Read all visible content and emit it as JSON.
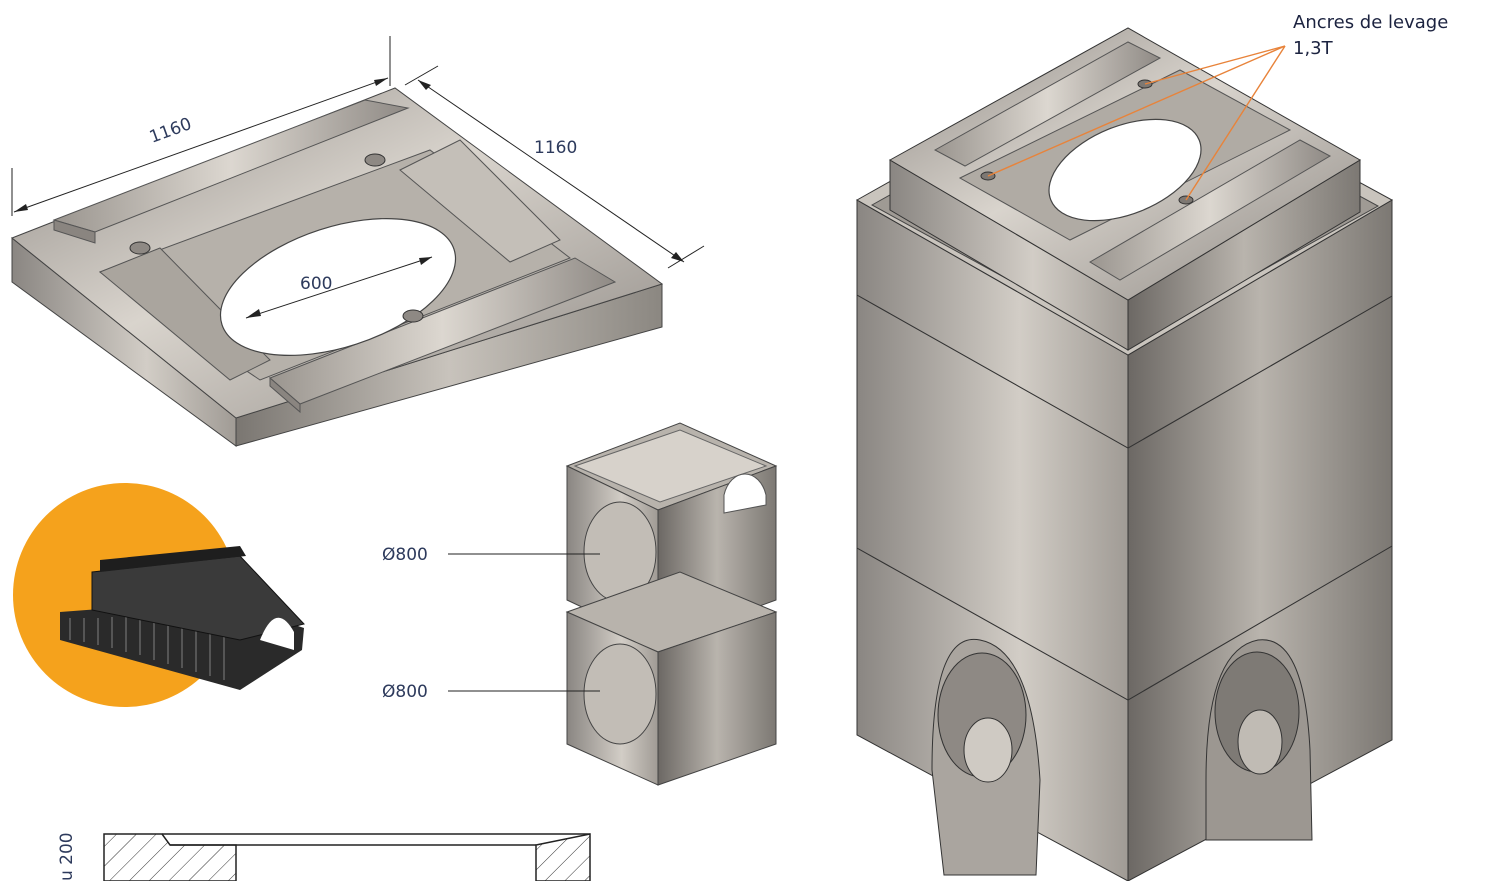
{
  "dimensions": {
    "slab_width": "1160",
    "slab_depth": "1160",
    "opening_diameter": "600",
    "pipe_upper": "Ø800",
    "pipe_lower": "Ø800",
    "section_height": "u 200"
  },
  "callout": {
    "line1": "Ancres de levage",
    "line2": "1,3T"
  },
  "colors": {
    "concrete_light": "#cfcac3",
    "concrete_mid": "#a8a39d",
    "concrete_dark": "#6f6b66",
    "leader_orange": "#e8833a",
    "badge_orange": "#f5a21c",
    "dim_text": "#2d3a5c"
  }
}
